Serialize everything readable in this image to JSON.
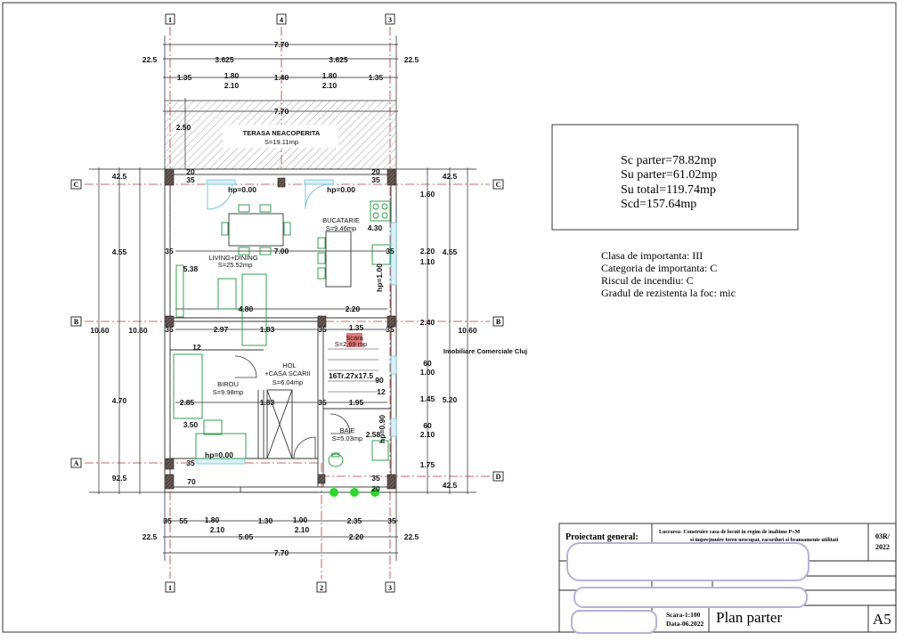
{
  "drawing": {
    "axes": {
      "top": [
        "1",
        "4",
        "3"
      ],
      "bottom": [
        "1",
        "2",
        "3"
      ],
      "left": [
        "C",
        "B",
        "A"
      ],
      "right": [
        "C",
        "B",
        "D"
      ]
    },
    "rooms": {
      "terrace": {
        "name": "TERASA NEACOPERITA",
        "area": "S=19.11mp"
      },
      "kitchen": {
        "name": "BUCATARIE",
        "area": "S=9.46mp"
      },
      "living": {
        "name": "LIVING+DINING",
        "area": "S=25.52mp"
      },
      "stairs": {
        "name": "Scara",
        "area": "S=2.69 mp"
      },
      "hall": {
        "name": "HOL",
        "name2": "+CASA SCARII",
        "area": "S=6.04mp"
      },
      "office": {
        "name": "BIROU",
        "area": "S=9.98mp"
      },
      "bath": {
        "name": "BAIE",
        "area": "S=5.03mp"
      }
    },
    "dims": [
      "7.70",
      "22.5",
      "3.625",
      "3.625",
      "22.5",
      "1.35",
      "1.80",
      "2.10",
      "1.40",
      "1.80",
      "2.10",
      "1.35",
      "7.70",
      "2.50",
      "20",
      "35",
      "20",
      "35",
      "hp=0.00",
      "hp=0.00",
      "4.30",
      "7.00",
      "35",
      "35",
      "5.38",
      "hp=1.00",
      "4.80",
      "2.20",
      "35",
      "2.97",
      "1.83",
      "35",
      "1.35",
      "35",
      "12",
      "16Tr.27x17.5",
      "90",
      "12",
      "2.85",
      "1.83",
      "35",
      "1.95",
      "3.50",
      "hp=0.90",
      "2.58",
      "hp=0.00",
      "35",
      "70",
      "35",
      "20",
      "35",
      "55",
      "1.80",
      "2.10",
      "1.30",
      "1.00",
      "2.10",
      "2.35",
      "35",
      "22.5",
      "5.05",
      "2.20",
      "22.5",
      "7.70",
      "42.5",
      "4.55",
      "10.60",
      "10.60",
      "4.70",
      "92.5",
      "42.5",
      "1.60",
      "2.20",
      "1.10",
      "4.55",
      "2.40",
      "10.60",
      "60",
      "1.00",
      "1.45",
      "5.20",
      "60",
      "2.10",
      "1.75",
      "42.5"
    ],
    "watermark": "Imobiliare Comerciale Cluj"
  },
  "areas": {
    "lines": [
      "Sc parter=78.82mp",
      "Su parter=61.02mp",
      "Su total=119.74mp",
      "Scd=157.64mp"
    ]
  },
  "classification": {
    "lines": [
      "Clasa de importanta: III",
      "Categoria de importanta: C",
      "Riscul de incendiu: C",
      "Gradul de rezistenta la foc: mic"
    ]
  },
  "title_block": {
    "designer_label": "Proiectant general:",
    "project_line1": "Lucrarea- Construire casa de locuit in regim de inaltime P+M",
    "project_line2": "si imprejmuire teren neocupat, racorduri si bransamente utilitati",
    "project_no": "03R/",
    "project_year": "2022",
    "scale": "Scara-1:100",
    "date": "Data-06.2022",
    "sheet_title": "Plan parter",
    "sheet_no": "A5"
  },
  "colors": {
    "axis": "#c0392b",
    "furniture": "#1a9a3a",
    "window": "#7fd0e6",
    "column": "#555555",
    "redaction": "#b8b0dc"
  }
}
